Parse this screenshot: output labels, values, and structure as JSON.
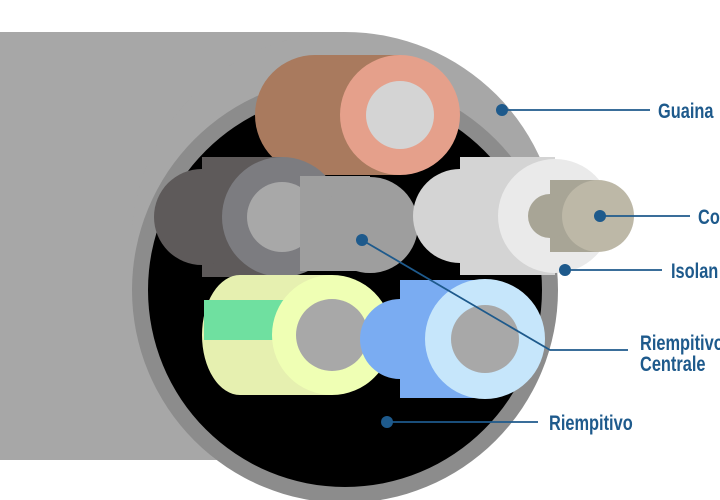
{
  "labels": {
    "guaina": "Guaina",
    "conduttore": "Co",
    "isolante": "Isolan",
    "riempitivo_centrale_line1": "Riempitivo",
    "riempitivo_centrale_line2": "Centrale",
    "riempitivo": "Riempitivo"
  },
  "colors": {
    "label": "#1e5a8c",
    "sheath_body": "#a7a7a7",
    "sheath_ring": "#8c8c8c",
    "filler_black": "#000000",
    "copper_body": "#a97a5e",
    "copper_ring": "#e5a08b",
    "dark_body": "#5e5a5a",
    "dark_ring": "#7c7c80",
    "central_filler": "#9e9e9e",
    "white_body": "#d4d4d4",
    "white_ring": "#eaeaea",
    "conductor": "#bdb8a7",
    "yellow_body": "#e6f0b0",
    "green_stripe": "#6fe0a0",
    "yellow_ring": "#efffb4",
    "blue_body": "#7aacf2",
    "blue_ring": "#c6e6fb",
    "core_gray": "#a8a8a8"
  }
}
